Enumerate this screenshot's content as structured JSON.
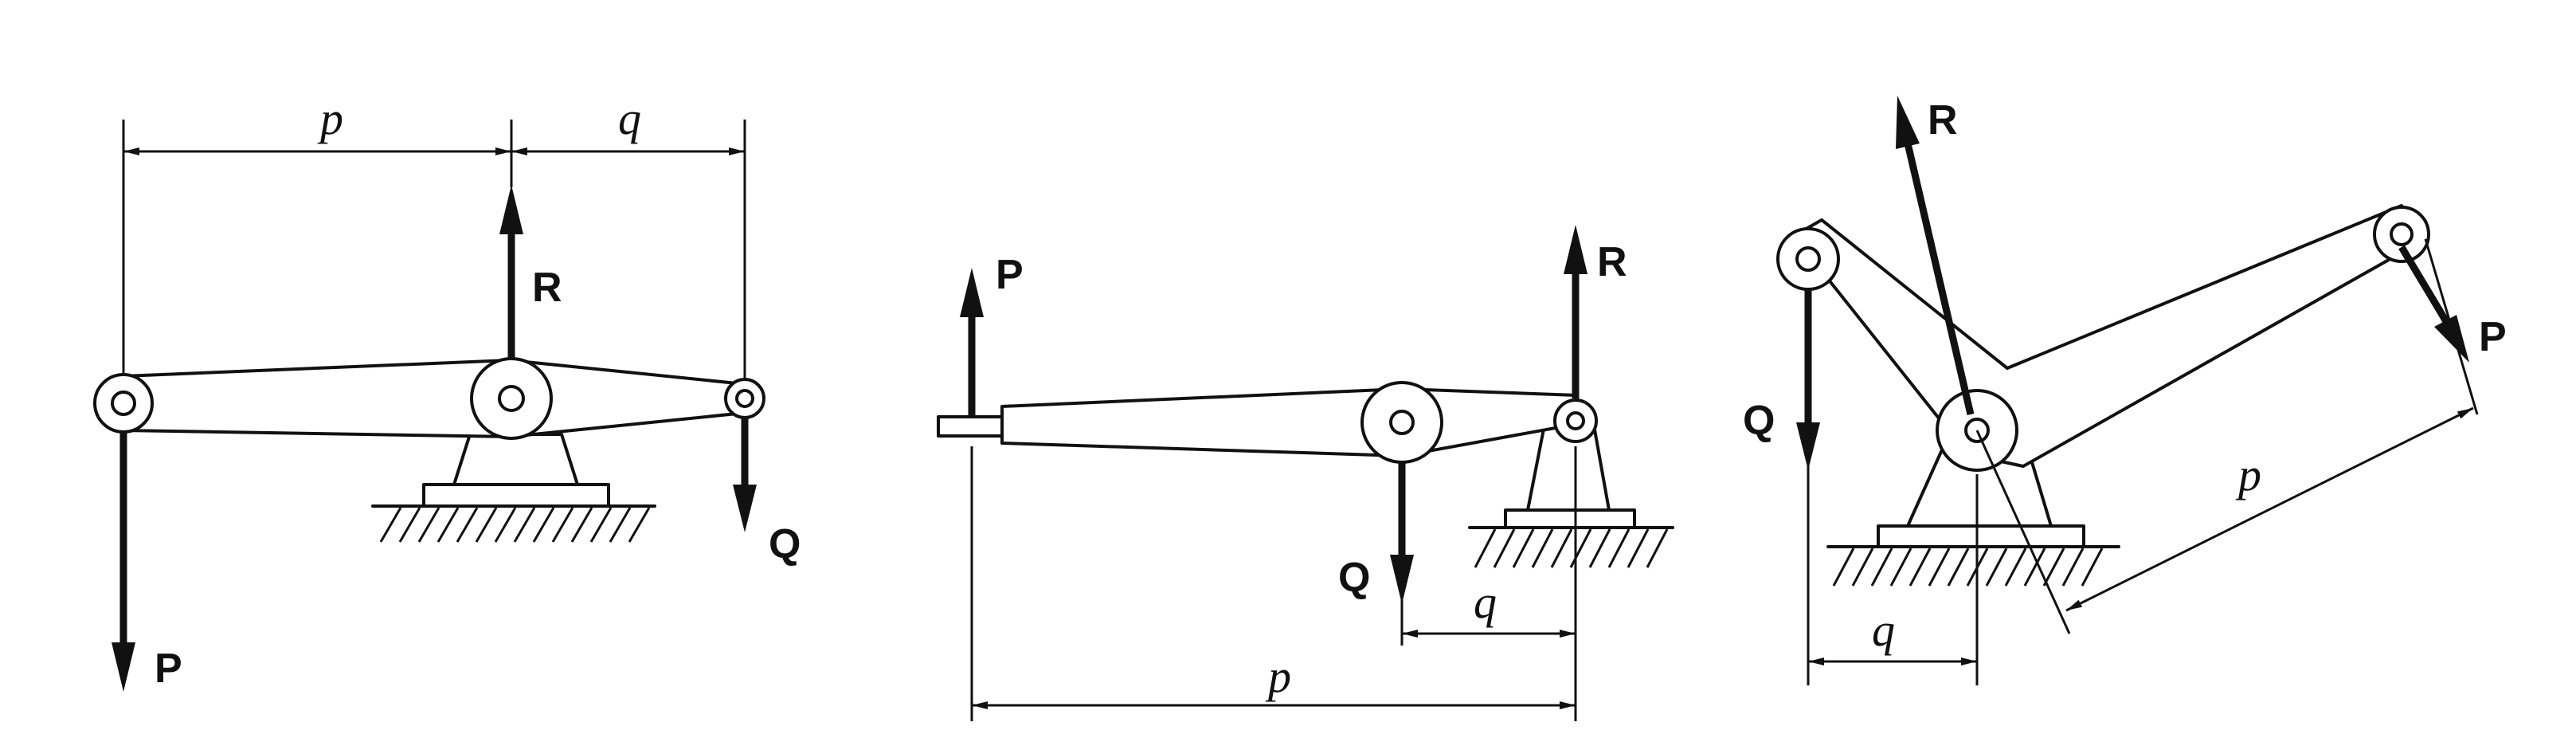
{
  "figure": {
    "lever1": {
      "labels": {
        "P": "P",
        "Q": "Q",
        "R": "R",
        "p": "p",
        "q": "q"
      }
    },
    "lever2": {
      "labels": {
        "P": "P",
        "Q": "Q",
        "R": "R",
        "p": "p",
        "q": "q"
      }
    },
    "lever3": {
      "labels": {
        "P": "P",
        "Q": "Q",
        "R": "R",
        "p": "p",
        "q": "q"
      }
    }
  }
}
